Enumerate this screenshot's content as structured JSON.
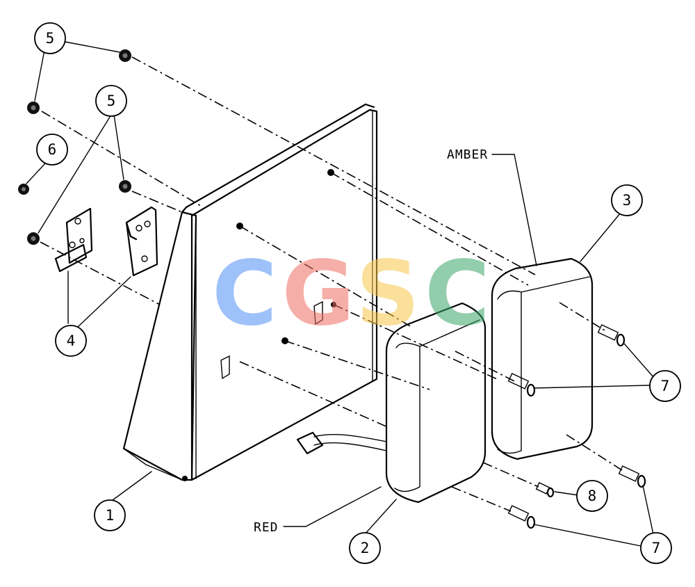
{
  "callouts": {
    "c1": "1",
    "c2": "2",
    "c3": "3",
    "c4": "4",
    "c5a": "5",
    "c5b": "5",
    "c6": "6",
    "c7a": "7",
    "c7b": "7",
    "c8": "8"
  },
  "labels": {
    "amber": "AMBER",
    "red": "RED"
  },
  "watermark": {
    "letters": [
      "C",
      "G",
      "S",
      "C"
    ],
    "colors": [
      "#4f8ff7",
      "#ee6e62",
      "#f7c84a",
      "#3aa66a"
    ]
  }
}
